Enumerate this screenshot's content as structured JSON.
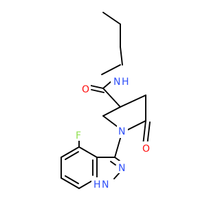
{
  "structure": {
    "atom_labels": {
      "amide_n": "N",
      "amide_n_h": "H",
      "carbonyl_o_amide": "O",
      "ring_n": "N",
      "carbonyl_o_ring": "O",
      "fluorine": "F",
      "indazole_n2": "N",
      "indazole_n1": "N",
      "indazole_n1_h": "H"
    },
    "colors": {
      "bond": "#000000",
      "nitrogen": "#3050F8",
      "oxygen": "#FF0D0D",
      "fluorine": "#90E050"
    }
  }
}
